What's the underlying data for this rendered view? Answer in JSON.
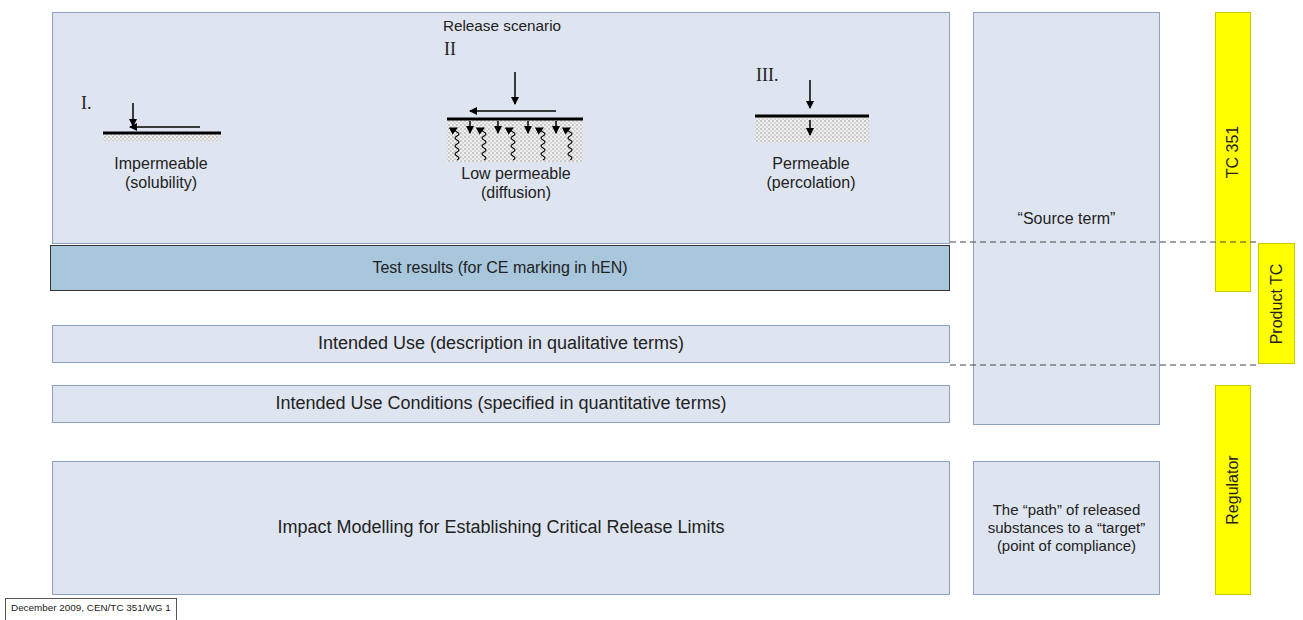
{
  "diagram": {
    "nodes": [
      {
        "text": [
          "Release scenario",
          "I.",
          "Impermeable (solubility)",
          "II",
          "Low permeable (diffusion)",
          "III.",
          "Permeable (percolation)"
        ]
      },
      {
        "text": [
          "Test results (for CE marking in hEN)"
        ]
      },
      {
        "text": [
          "Intended Use (description in qualitative terms)"
        ]
      },
      {
        "text": [
          "Intended Use Conditions (specified in quantitative terms)"
        ]
      },
      {
        "text": [
          "Impact Modelling for Establishing Critical Release Limits"
        ]
      },
      {
        "text": [
          "“Source term”"
        ]
      },
      {
        "text": [
          "The “path” of released substances to a “target” (point of compliance)"
        ]
      },
      {
        "text": [
          "TC 351"
        ]
      },
      {
        "text": [
          "Product TC"
        ]
      },
      {
        "text": [
          "Regulator"
        ]
      },
      {
        "text": [
          "December 2009, CEN/TC 351/WG 1"
        ]
      }
    ],
    "edges": []
  }
}
